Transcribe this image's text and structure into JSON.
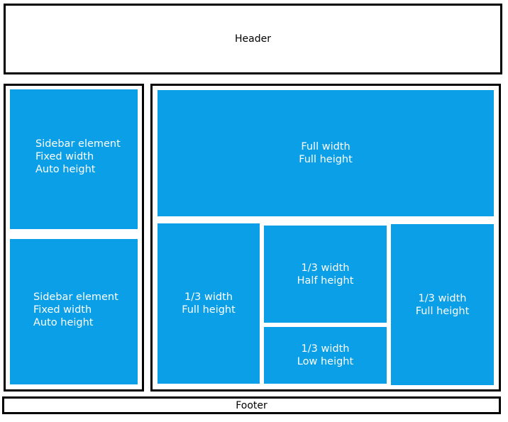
{
  "header": {
    "label": "Header"
  },
  "footer": {
    "label": "Footer"
  },
  "sidebar": {
    "elements": [
      {
        "line1": "Sidebar element",
        "line2": "Fixed width",
        "line3": "Auto height"
      },
      {
        "line1": "Sidebar element",
        "line2": "Fixed width",
        "line3": "Auto height"
      }
    ]
  },
  "content": {
    "full_width": {
      "line1": "Full width",
      "line2": "Full height"
    },
    "third_full_left": {
      "line1": "1/3 width",
      "line2": "Full height"
    },
    "third_half": {
      "line1": "1/3 width",
      "line2": "Half height"
    },
    "third_low": {
      "line1": "1/3 width",
      "line2": "Low height"
    },
    "third_full_right": {
      "line1": "1/3 width",
      "line2": "Full height"
    }
  },
  "colors": {
    "tile_blue": "#0a9fe6",
    "border": "#000000",
    "tile_text": "#ffffff"
  }
}
